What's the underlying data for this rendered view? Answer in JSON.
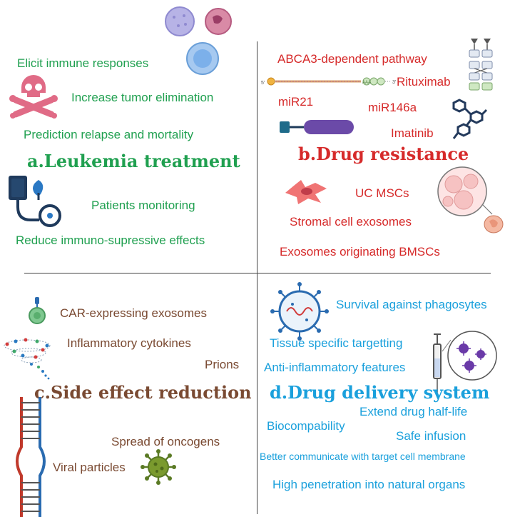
{
  "quadrants": {
    "a": {
      "title": "a.Leukemia treatment",
      "items": [
        "Elicit immune responses",
        "Increase tumor elimination",
        "Prediction relapse and mortality",
        "Patients monitoring",
        "Reduce immuno-supressive effects"
      ]
    },
    "b": {
      "title": "b.Drug resistance",
      "items": [
        "ABCA3-dependent pathway",
        "Rituximab",
        "miR21",
        "miR146a",
        "Imatinib",
        "UC MSCs",
        "Stromal cell exosomes",
        "Exosomes originating BMSCs"
      ],
      "mrna_labels": [
        "5'",
        "AAA",
        "3'"
      ]
    },
    "c": {
      "title": "c.Side effect reduction",
      "items": [
        "CAR-expressing exosomes",
        "Inflammatory cytokines",
        "Prions",
        "Spread of oncogens",
        "Viral particles"
      ]
    },
    "d": {
      "title": "d.Drug delivery system",
      "items": [
        "Survival against phagosytes",
        "Tissue specific targetting",
        "Anti-inflammatory features",
        "Extend drug half-life",
        "Biocompability",
        "Safe infusion",
        "Better communicate with target cell membrane",
        "High penetration into natural organs"
      ]
    }
  },
  "colors": {
    "a": "#20a050",
    "b": "#d62a2a",
    "c": "#7a4a32",
    "d": "#1aa0dc"
  }
}
